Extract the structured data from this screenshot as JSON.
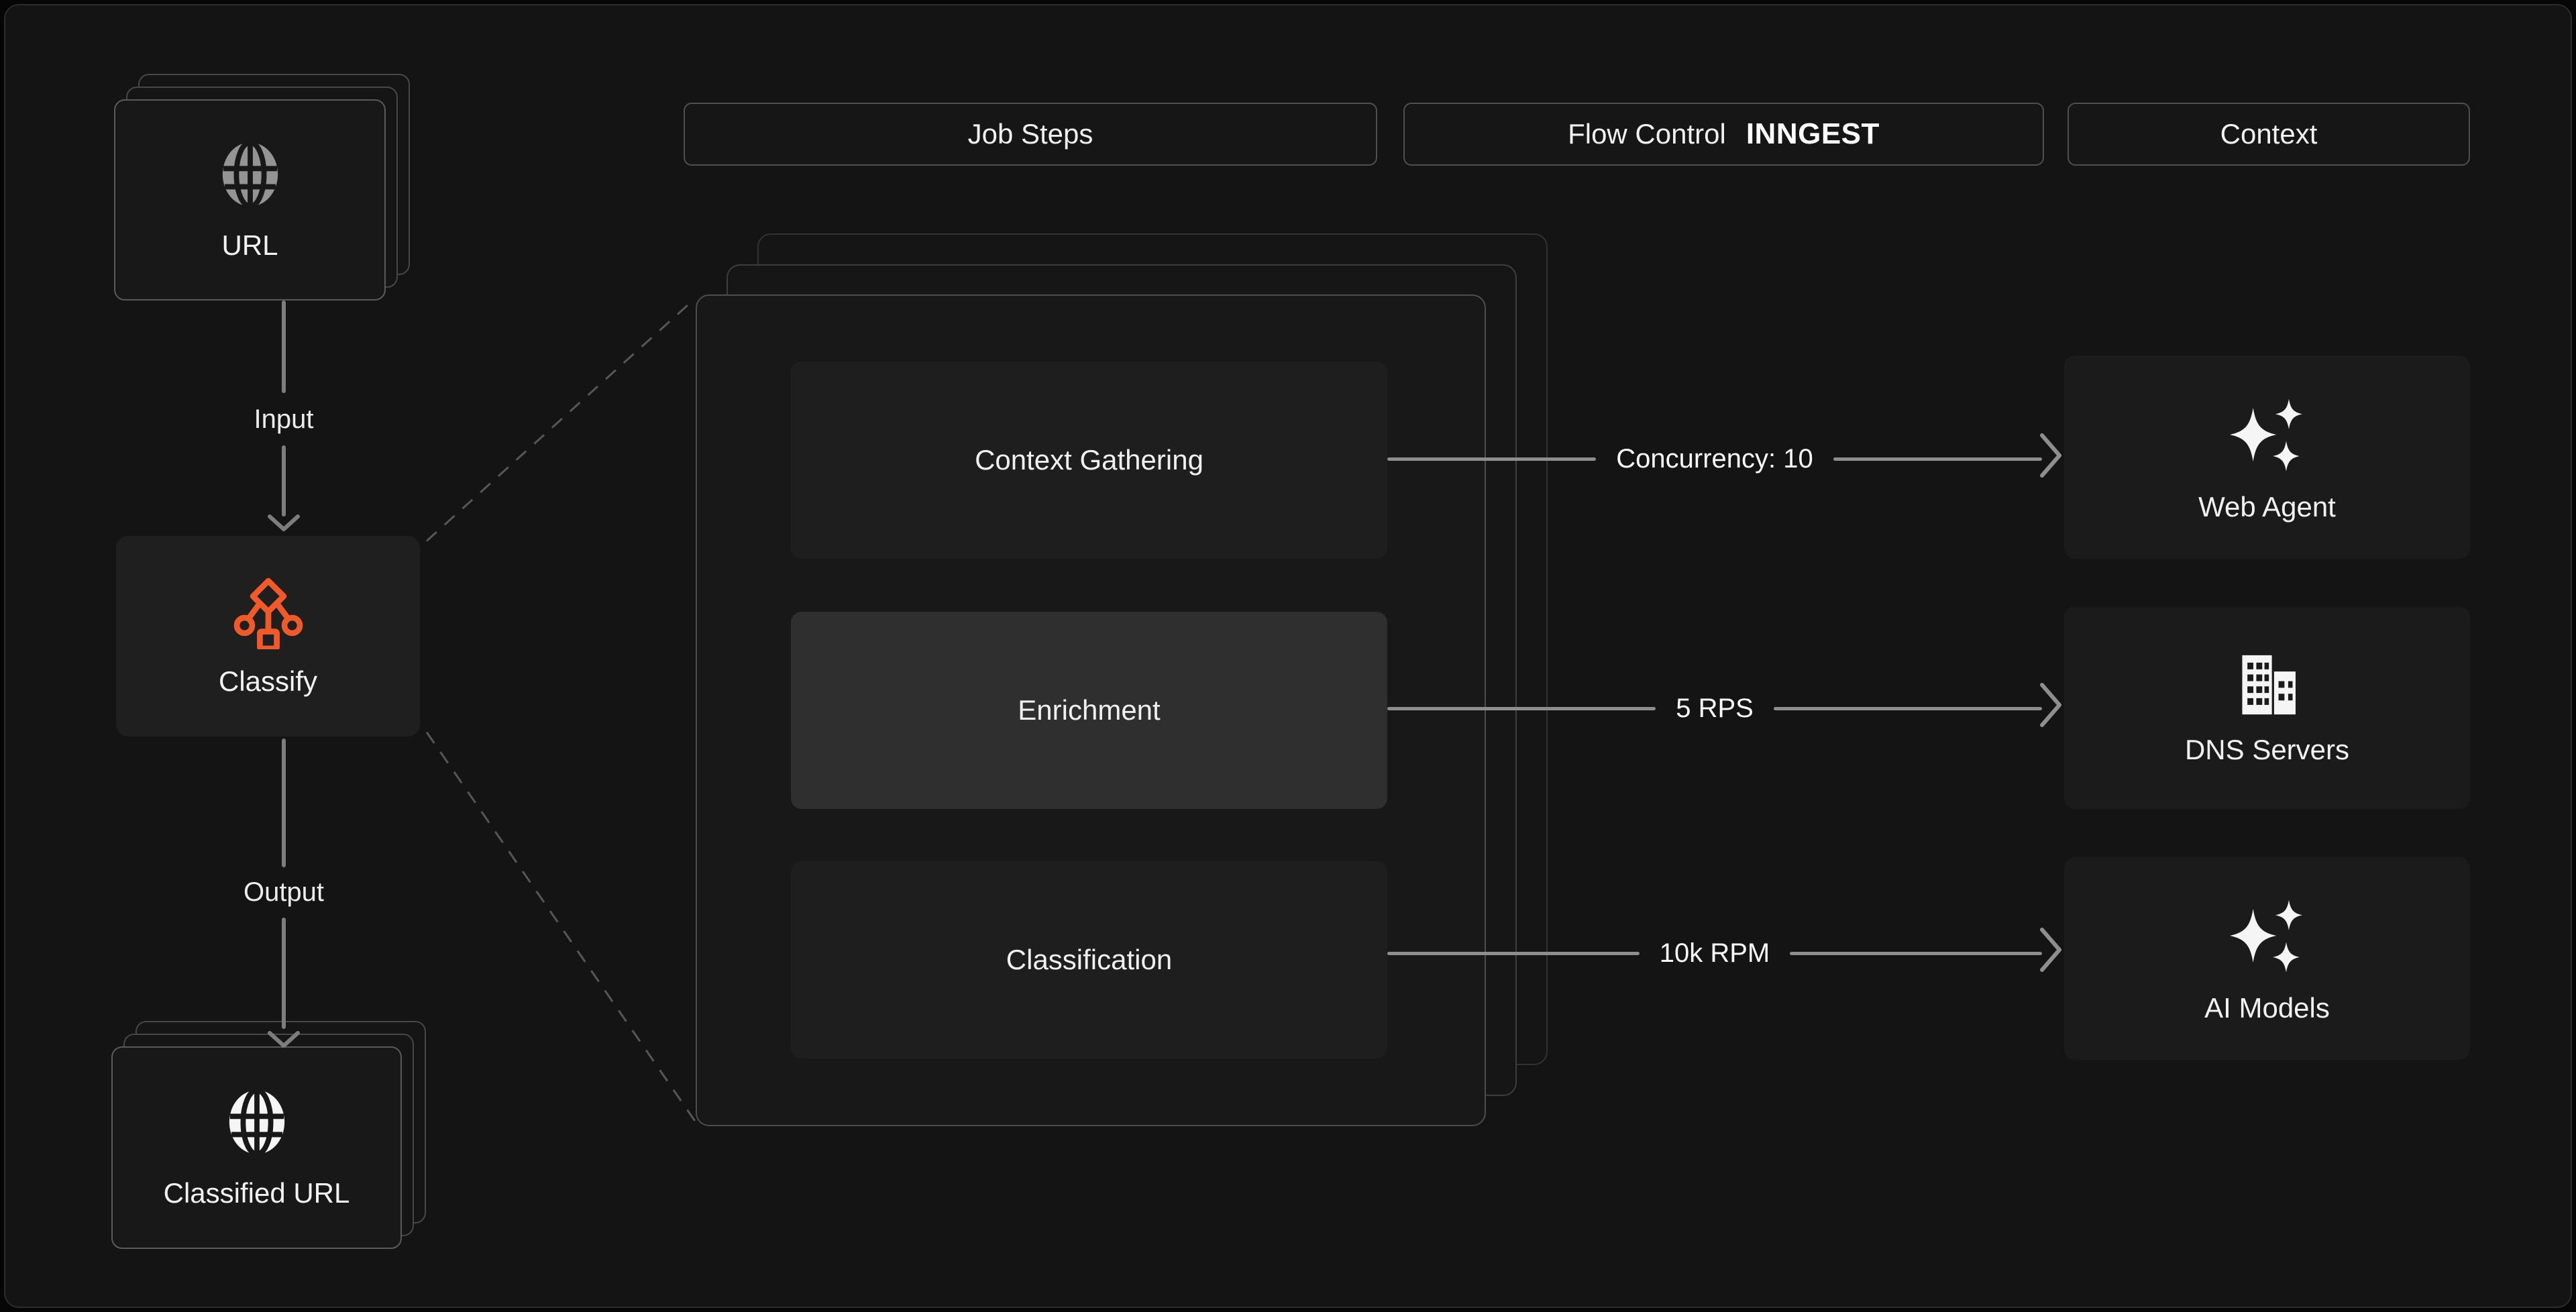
{
  "colors": {
    "background": "#141414",
    "accent_orange": "#f05a28",
    "arrow_gray": "#8e8e8e",
    "card_border": "#5a5a5a",
    "highlight_step_bg": "#2f2f2f"
  },
  "headers": {
    "job_steps": "Job Steps",
    "flow_control": "Flow Control",
    "flow_control_logo": "INNGEST",
    "context": "Context"
  },
  "pipeline": {
    "input_card": {
      "label": "URL",
      "icon": "globe-icon"
    },
    "input_arrow_label": "Input",
    "process_card": {
      "label": "Classify",
      "icon": "workflow-icon"
    },
    "output_arrow_label": "Output",
    "output_card": {
      "label": "Classified URL",
      "icon": "globe-icon"
    }
  },
  "job_steps": [
    {
      "label": "Context Gathering",
      "highlighted": false
    },
    {
      "label": "Enrichment",
      "highlighted": true
    },
    {
      "label": "Classification",
      "highlighted": false
    }
  ],
  "flow_controls": [
    {
      "label": "Concurrency: 10"
    },
    {
      "label": "5 RPS"
    },
    {
      "label": "10k RPM"
    }
  ],
  "context_services": [
    {
      "label": "Web Agent",
      "icon": "sparkles-icon"
    },
    {
      "label": "DNS Servers",
      "icon": "building-icon"
    },
    {
      "label": "AI Models",
      "icon": "sparkles-icon"
    }
  ]
}
